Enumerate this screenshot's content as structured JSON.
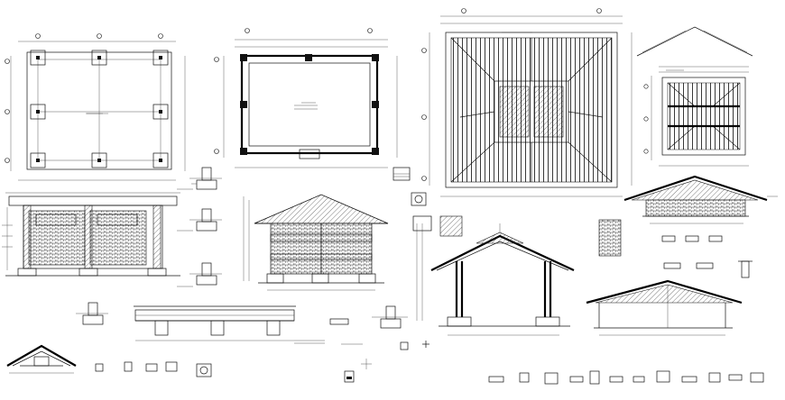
{
  "sheet": {
    "type": "cad-drawing-sheet",
    "background": "#ffffff",
    "line_color": "#111111"
  },
  "views": [
    {
      "id": "foundation-plan",
      "kind": "plan"
    },
    {
      "id": "floor-plan",
      "kind": "plan"
    },
    {
      "id": "roof-framing-plan",
      "kind": "plan"
    },
    {
      "id": "roof-framing-plan-small",
      "kind": "plan"
    },
    {
      "id": "side-elevation",
      "kind": "elevation"
    },
    {
      "id": "front-elevation",
      "kind": "elevation"
    },
    {
      "id": "cross-section",
      "kind": "section"
    },
    {
      "id": "roof-section-right",
      "kind": "section"
    },
    {
      "id": "roof-section-lower-right",
      "kind": "section"
    },
    {
      "id": "footing-details",
      "kind": "detail"
    },
    {
      "id": "beam-section",
      "kind": "section"
    },
    {
      "id": "connection-details",
      "kind": "detail"
    }
  ]
}
